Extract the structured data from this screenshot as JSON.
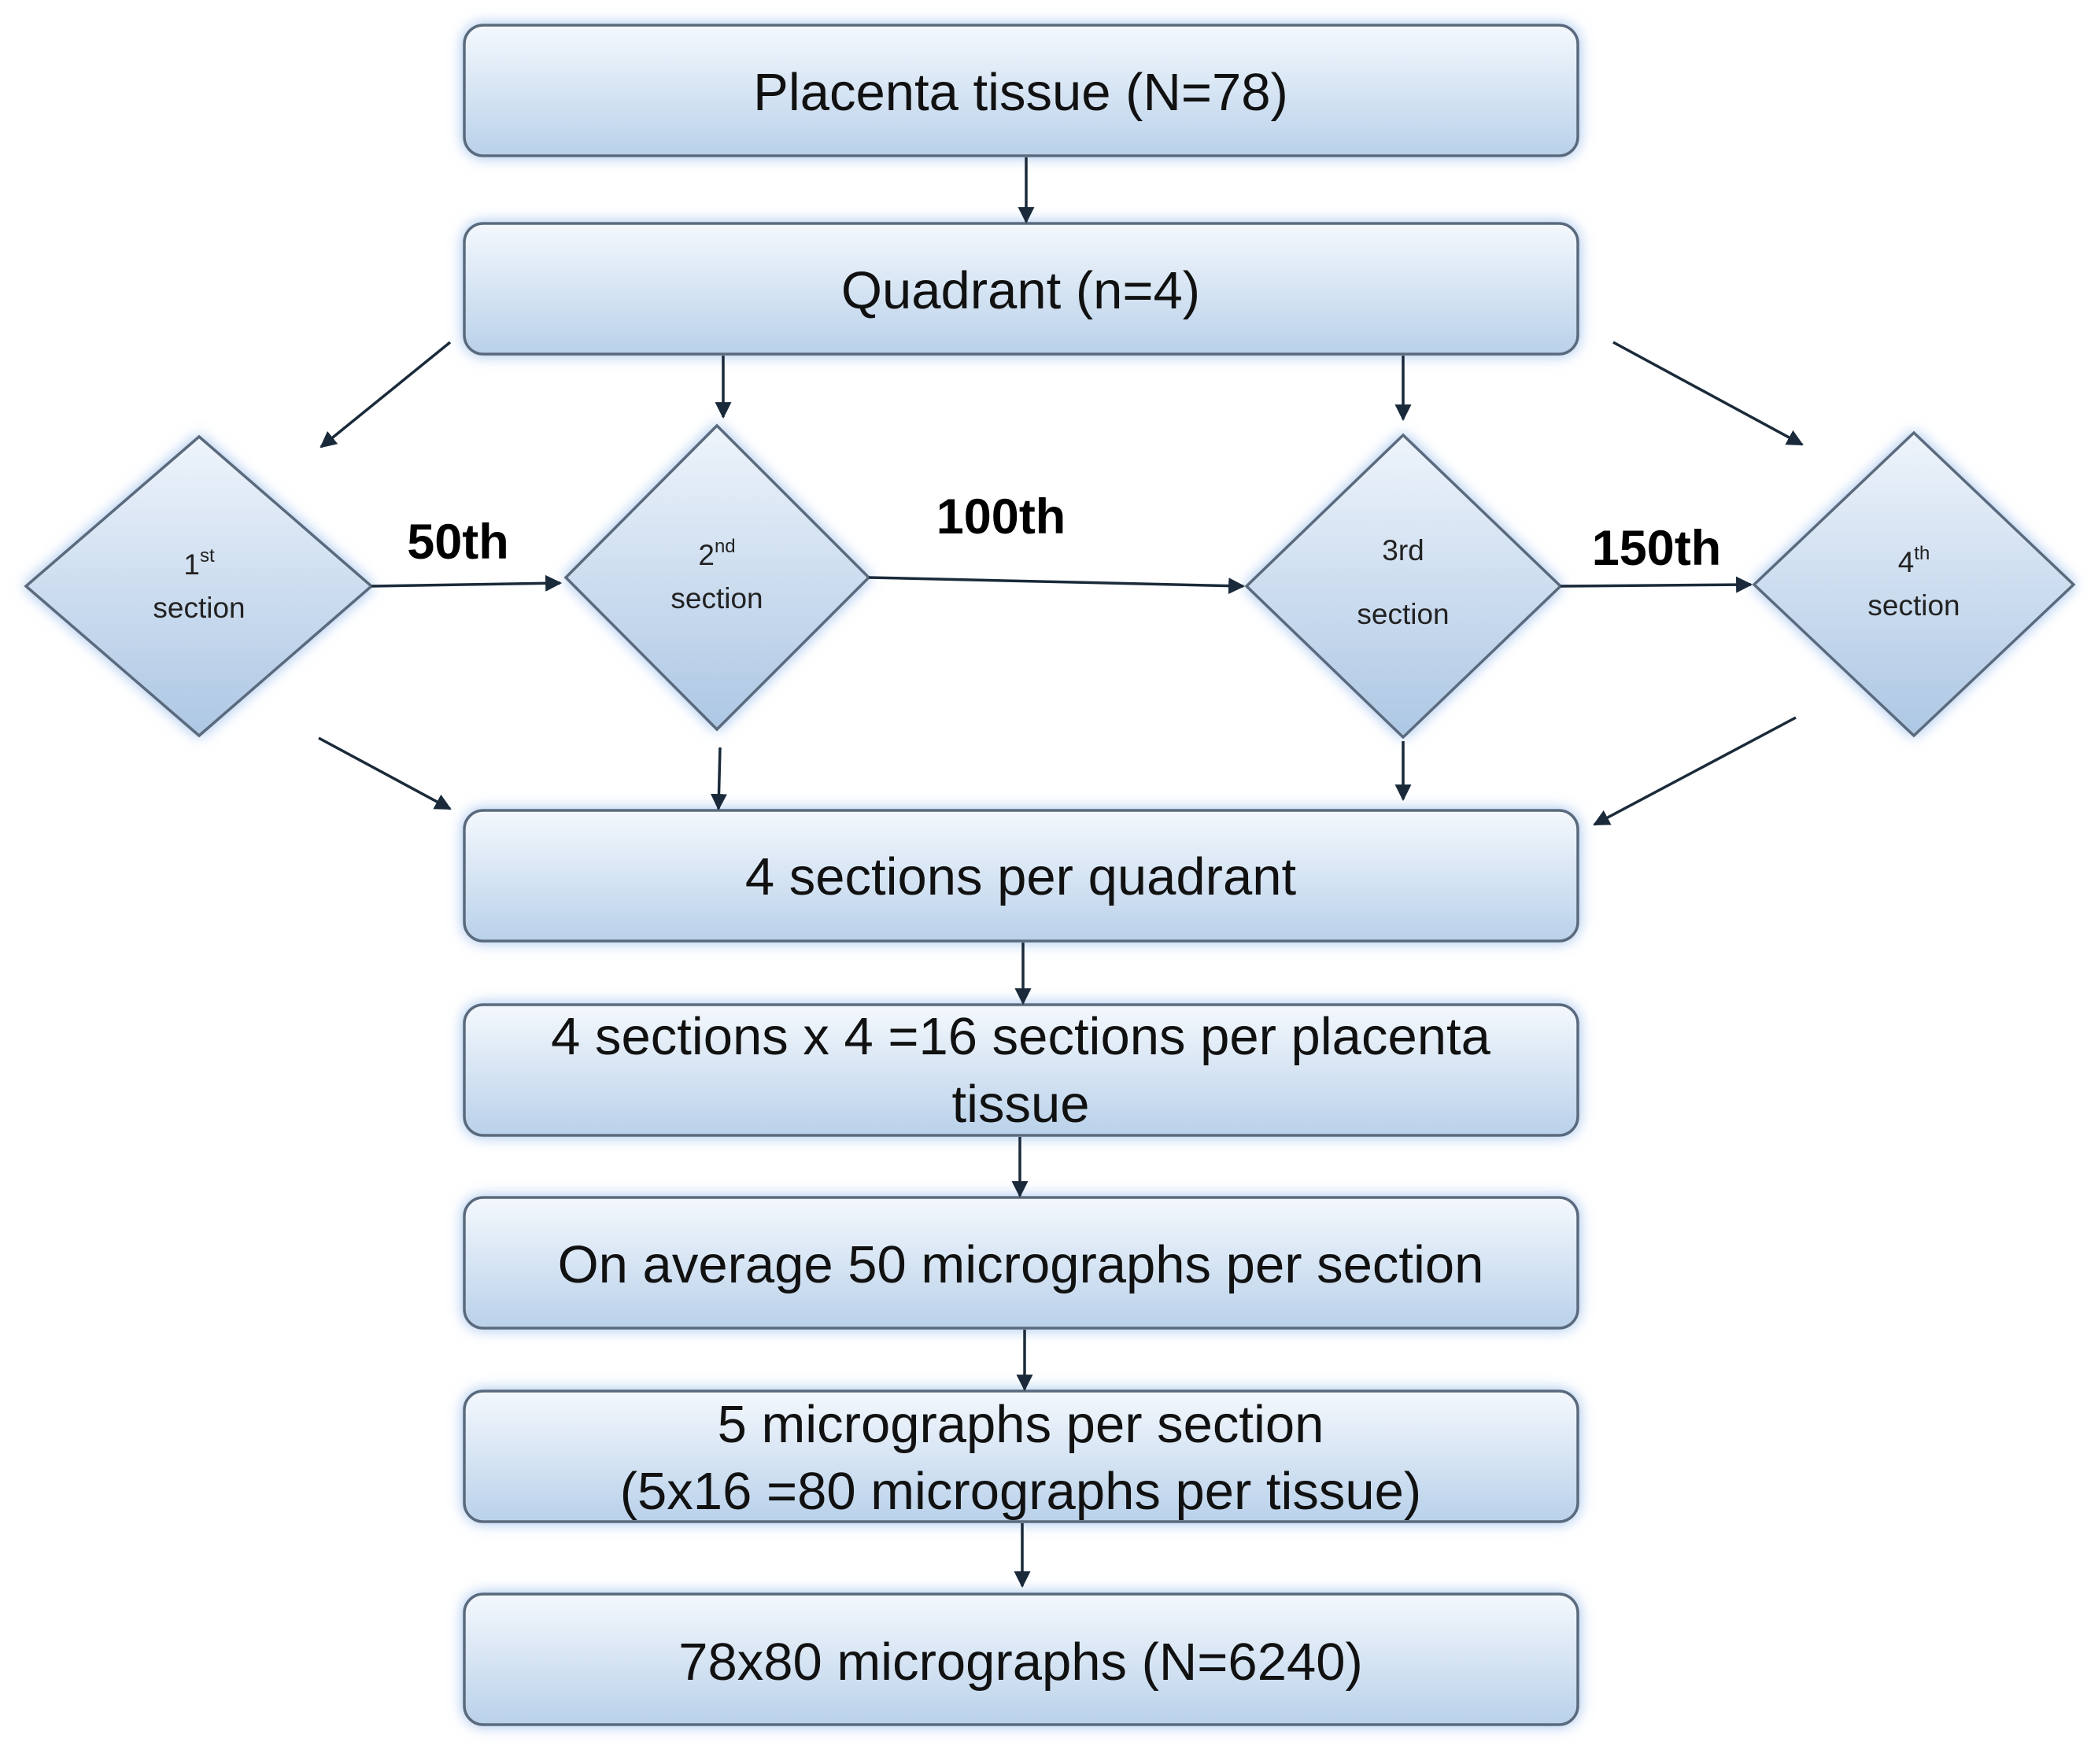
{
  "boxes": {
    "placenta_tissue": "Placenta tissue (N=78)",
    "quadrant": "Quadrant (n=4)",
    "sections_per_quadrant": "4 sections per quadrant",
    "sections_per_placenta_line1": "4 sections x 4 =16 sections per placenta",
    "sections_per_placenta_line2": "tissue",
    "average_micrographs": "On average 50 micrographs per section",
    "five_micrographs_line1": "5 micrographs per section",
    "five_micrographs_line2": "(5x16 =80 micrographs per tissue)",
    "total_micrographs": "78x80 micrographs (N=6240)"
  },
  "diamonds": [
    {
      "num": "1",
      "sup": "st",
      "word": "section"
    },
    {
      "num": "2",
      "sup": "nd",
      "word": "section"
    },
    {
      "num": "3rd",
      "sup": "",
      "word": "section"
    },
    {
      "num": "4",
      "sup": "th",
      "word": "section"
    }
  ],
  "step_labels": {
    "s1": "50th",
    "s2": "100th",
    "s3": "150th"
  },
  "colors": {
    "box_top": "#f4f8fd",
    "box_bottom": "#b9d1ea",
    "border": "#5a6a7c",
    "glow": "#8fb6ea"
  }
}
